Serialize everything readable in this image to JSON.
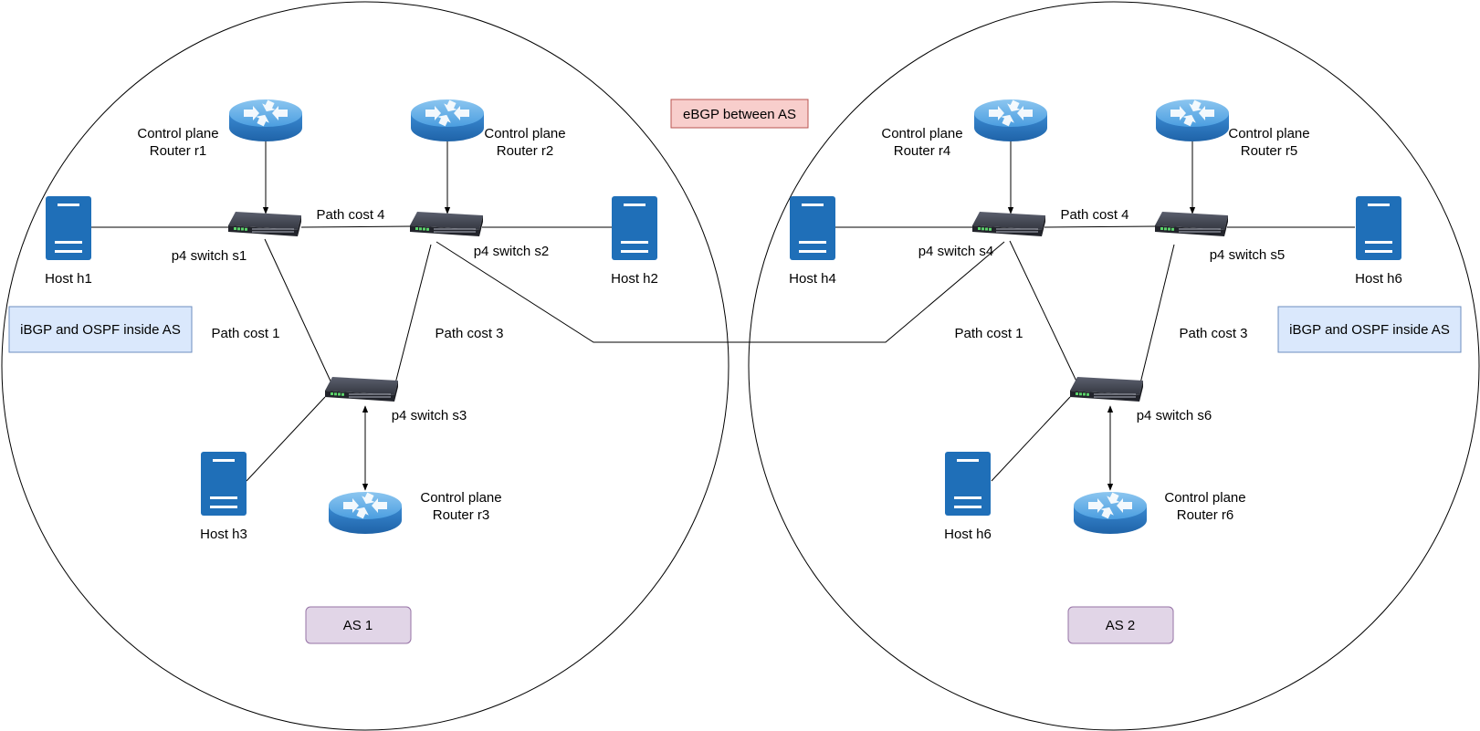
{
  "colors": {
    "host_blue": "#1f6fb8",
    "router_blue": "#3d8fd6",
    "switch_dark": "#2c2e38",
    "ebgp_fill": "#f8cecc",
    "ebgp_stroke": "#b85450",
    "ibgp_fill": "#dae8fc",
    "ibgp_stroke": "#6c8ebf",
    "as_fill": "#e1d5e7",
    "as_stroke": "#9673a6"
  },
  "labels": {
    "ebgp": "eBGP between AS",
    "ibgp_as1": "iBGP and OSPF inside AS",
    "ibgp_as2": "iBGP and OSPF inside AS",
    "as1": "AS 1",
    "as2": "AS 2"
  },
  "hosts": {
    "h1": "Host h1",
    "h2": "Host h2",
    "h3": "Host h3",
    "h4": "Host h4",
    "h6a": "Host h6",
    "h6b": "Host h6"
  },
  "switches": {
    "s1": "p4 switch s1",
    "s2": "p4 switch s2",
    "s3": "p4 switch s3",
    "s4": "p4 switch s4",
    "s5": "p4 switch s5",
    "s6": "p4 switch s6"
  },
  "routers": {
    "r1": {
      "line1": "Control plane",
      "line2": "Router r1"
    },
    "r2": {
      "line1": "Control plane",
      "line2": "Router r2"
    },
    "r3": {
      "line1": "Control plane",
      "line2": "Router r3"
    },
    "r4": {
      "line1": "Control plane",
      "line2": "Router r4"
    },
    "r5": {
      "line1": "Control plane",
      "line2": "Router r5"
    },
    "r6": {
      "line1": "Control plane",
      "line2": "Router r6"
    }
  },
  "path_costs": {
    "as1_s1_s2": "Path cost 4",
    "as1_s1_s3": "Path cost 1",
    "as1_s2_s3": "Path cost 3",
    "as2_s4_s5": "Path cost 4",
    "as2_s4_s6": "Path cost 1",
    "as2_s5_s6": "Path cost 3"
  }
}
